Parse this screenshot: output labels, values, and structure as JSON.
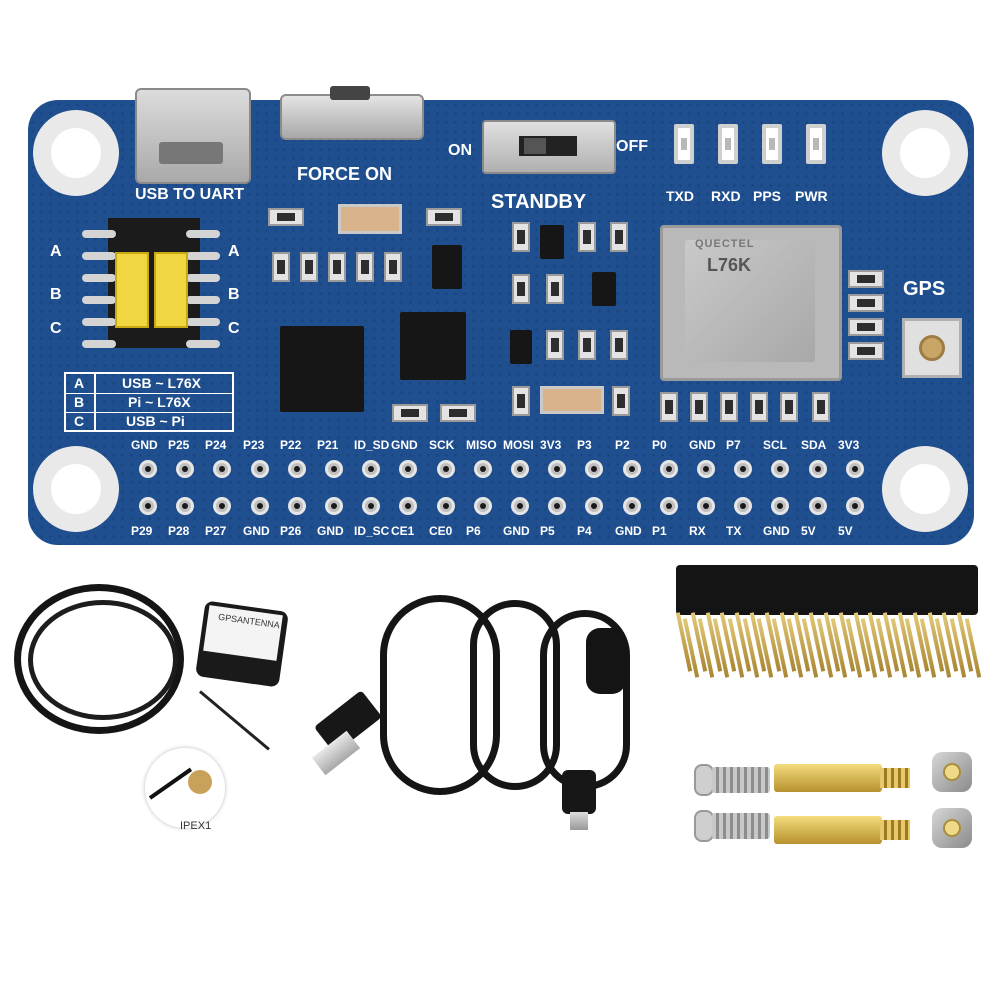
{
  "board": {
    "usb_label": "USB TO UART",
    "force_label": "FORCE ON",
    "on_label": "ON",
    "off_label": "OFF",
    "standby_label": "STANDBY",
    "gps_label": "GPS",
    "module_brand": "QUECTEL",
    "module_name": "L76K",
    "leds": [
      "TXD",
      "RXD",
      "PPS",
      "PWR"
    ],
    "jumper_rows": [
      "A",
      "B",
      "C"
    ],
    "mode_table": [
      {
        "key": "A",
        "value": "USB ~ L76X"
      },
      {
        "key": "B",
        "value": "Pi ~ L76X"
      },
      {
        "key": "C",
        "value": "USB ~ Pi"
      }
    ],
    "pins_top": [
      "GND",
      "P25",
      "P24",
      "P23",
      "P22",
      "P21",
      "ID_SD",
      "GND",
      "SCK",
      "MISO",
      "MOSI",
      "3V3",
      "P3",
      "P2",
      "P0",
      "GND",
      "P7",
      "SCL",
      "SDA",
      "3V3"
    ],
    "pins_bottom": [
      "P29",
      "P28",
      "P27",
      "GND",
      "P26",
      "GND",
      "ID_SC",
      "CE1",
      "CE0",
      "P6",
      "GND",
      "P5",
      "P4",
      "GND",
      "P1",
      "RX",
      "TX",
      "GND",
      "5V",
      "5V"
    ]
  },
  "accessories": {
    "antenna_label": "GPSANTENNA",
    "ipex_label": "IPEX1"
  }
}
